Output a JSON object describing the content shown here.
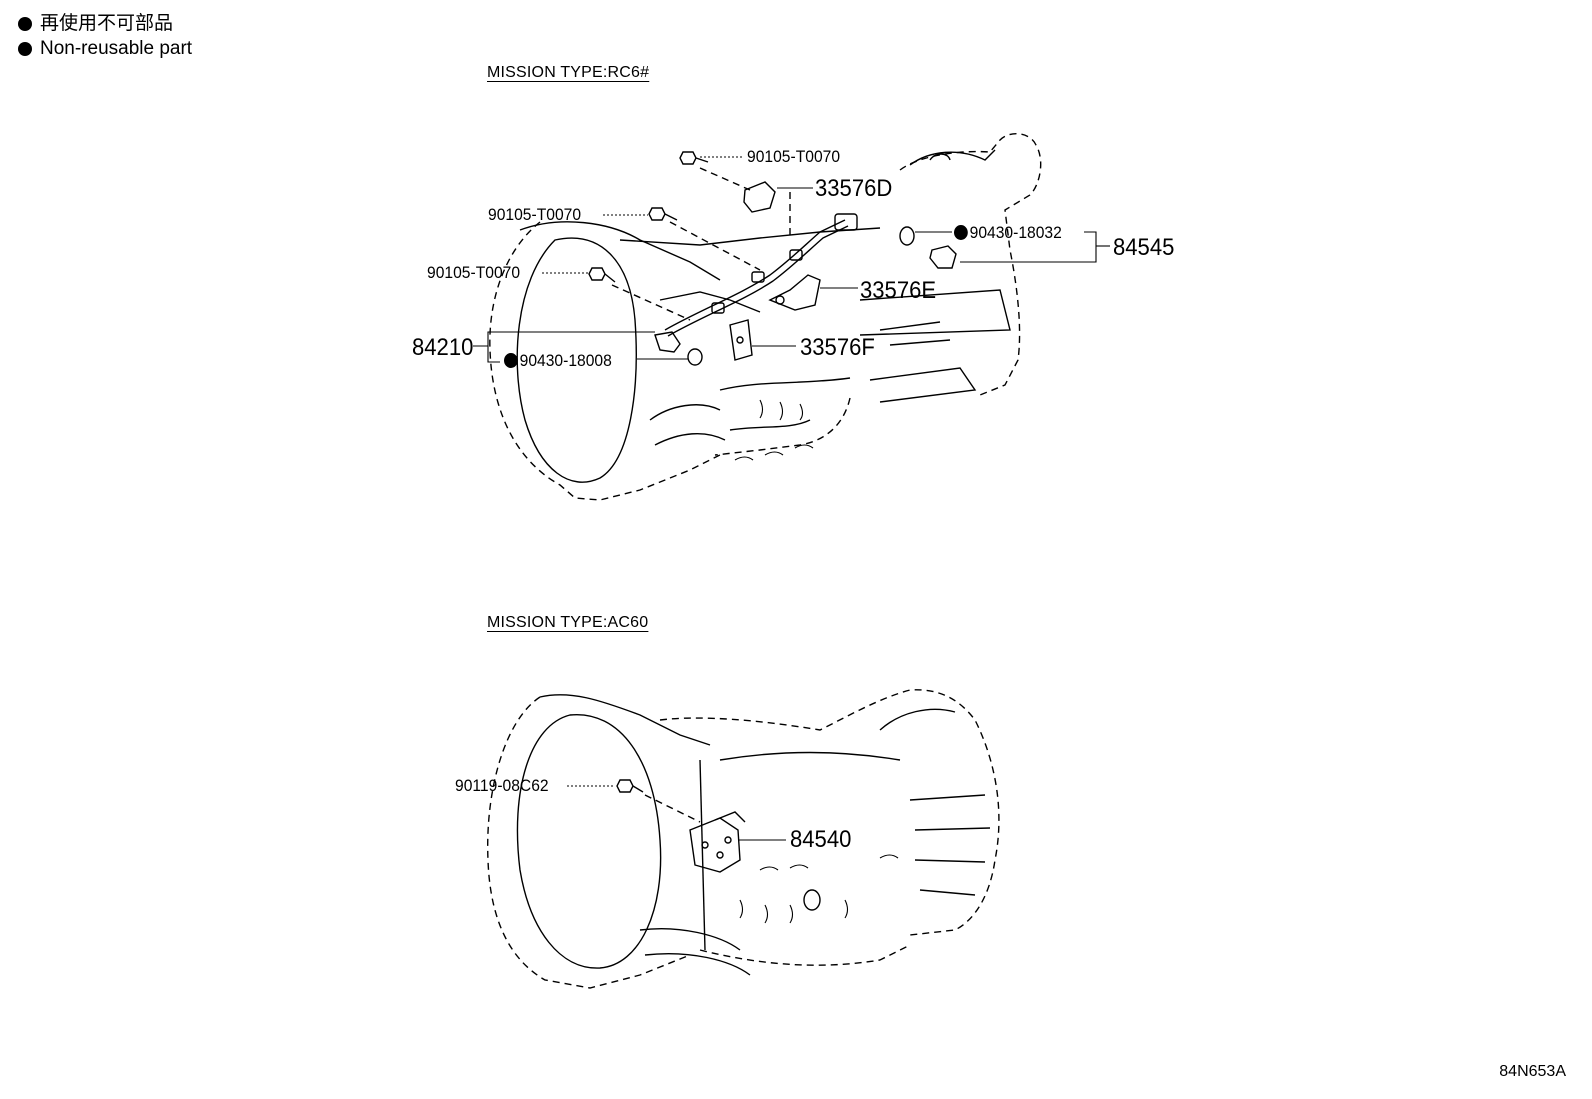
{
  "legend": {
    "jp": "再使用不可部品",
    "en": "Non-reusable part"
  },
  "sections": [
    {
      "title": "MISSION TYPE:RC6#"
    },
    {
      "title": "MISSION TYPE:AC60"
    }
  ],
  "parts_rc6": {
    "bolt_top": "90105-T0070",
    "bracket_d": "33576D",
    "bolt_mid": "90105-T0070",
    "bolt_left": "90105-T0070",
    "gasket_right": "90430-18032",
    "sensor_right": "84545",
    "bracket_e": "33576E",
    "switch_left": "84210",
    "gasket_left": "90430-18008",
    "bracket_f": "33576F"
  },
  "parts_ac60": {
    "bolt": "90119-08C62",
    "switch": "84540"
  },
  "diagram_code": "84N653A"
}
